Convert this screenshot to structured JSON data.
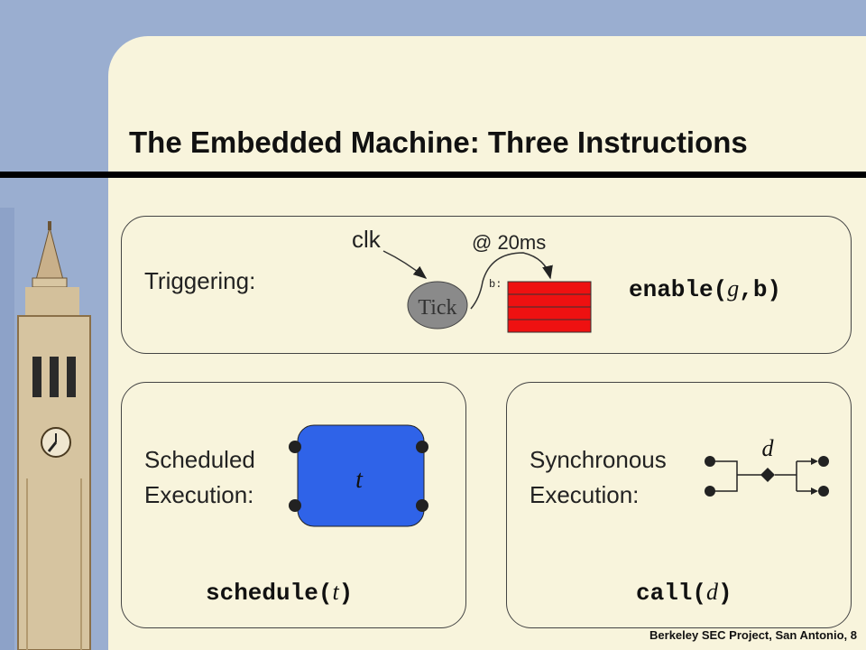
{
  "slide": {
    "title": "The Embedded Machine: Three Instructions",
    "footer": "Berkeley SEC Project, San Antonio, 8"
  },
  "triggering": {
    "label": "Triggering:",
    "clk_label": "clk",
    "time_label": "@ 20ms",
    "b_label": "b:",
    "tick_label": "Tick",
    "instruction_prefix": "enable(",
    "instruction_arg1": "g",
    "instruction_suffix": ",b)"
  },
  "scheduled": {
    "label_line1": "Scheduled",
    "label_line2": "Execution:",
    "task_label": "t",
    "instruction_prefix": "schedule(",
    "instruction_arg": "t",
    "instruction_suffix": ")"
  },
  "synchronous": {
    "label_line1": "Synchronous",
    "label_line2": "Execution:",
    "driver_label": "d",
    "instruction_prefix": "call(",
    "instruction_arg": "d",
    "instruction_suffix": ")"
  },
  "colors": {
    "background": "#9aaed0",
    "slide": "#f8f4dc",
    "task_blue": "#2f63e8",
    "stack_red": "#ee1111",
    "tick_gray": "#8a8a8a"
  }
}
